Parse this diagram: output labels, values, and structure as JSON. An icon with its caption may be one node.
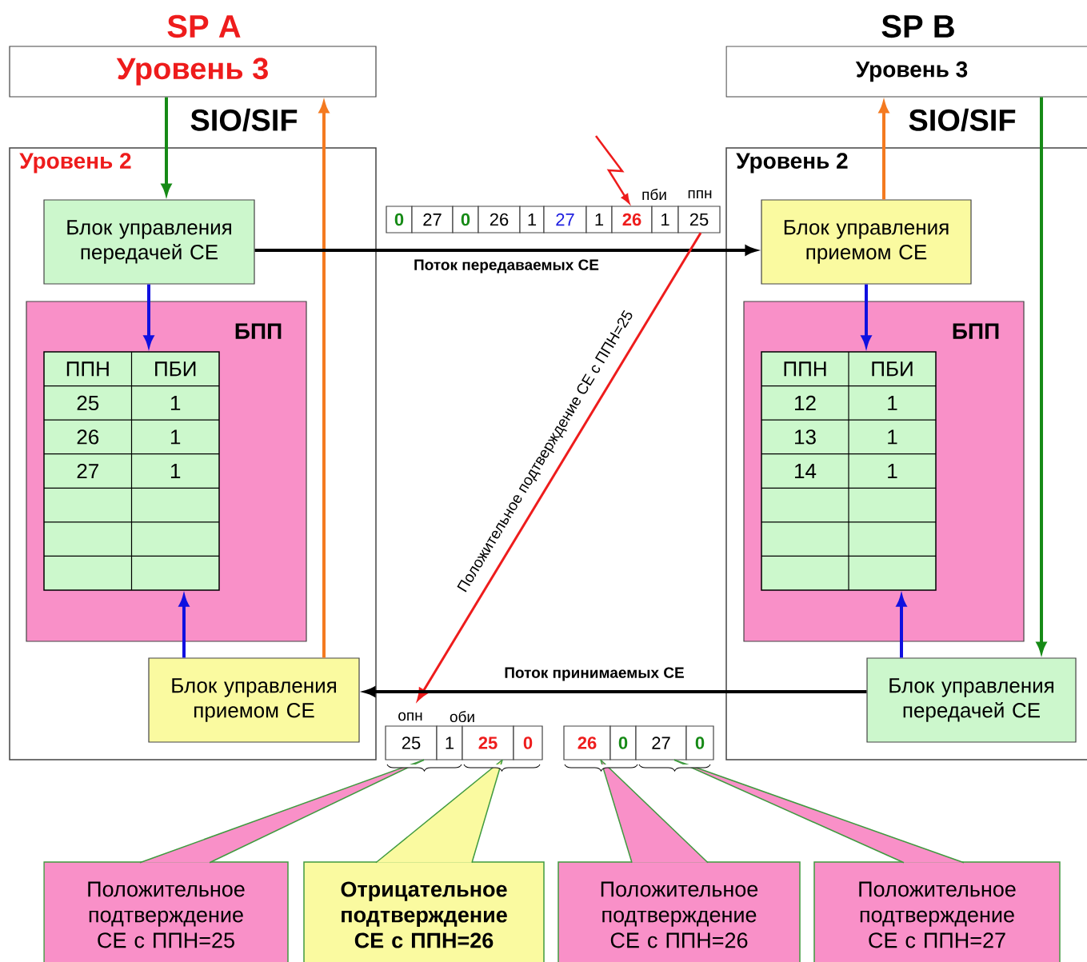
{
  "diagram": {
    "nodes": [
      {
        "text": [
          "SP A",
          "Уровень 3"
        ]
      },
      {
        "text": [
          "Уровень 2"
        ]
      },
      {
        "text": [
          "Блок управления передачей СЕ"
        ],
        "in": 1
      },
      {
        "text": [
          "БПП"
        ],
        "in": 1
      },
      {
        "text": [
          "ППН",
          "ПБИ",
          "25",
          "1",
          "26",
          "1",
          "27",
          "1"
        ],
        "in": 3
      },
      {
        "text": [
          "Блок управления приемом СЕ"
        ],
        "in": 1
      },
      {
        "text": [
          "SP B",
          "Уровень 3"
        ]
      },
      {
        "text": [
          "Уровень 2"
        ]
      },
      {
        "text": [
          "Блок управления приемом СЕ"
        ],
        "in": 7
      },
      {
        "text": [
          "БПП"
        ],
        "in": 7
      },
      {
        "text": [
          "ППН",
          "ПБИ",
          "12",
          "1",
          "13",
          "1",
          "14",
          "1"
        ],
        "in": 9
      },
      {
        "text": [
          "Блок управления передачей СЕ"
        ],
        "in": 7
      },
      {
        "text": [
          "0",
          "27",
          "0",
          "26",
          "1",
          "27",
          "1",
          "26",
          "1",
          "25"
        ],
        "beside": [
          "пби",
          "ппн"
        ]
      },
      {
        "text": [
          "25",
          "1",
          "25",
          "0"
        ],
        "beside": [
          "опн",
          "оби"
        ]
      },
      {
        "text": [
          "26",
          "0",
          "27",
          "0"
        ]
      },
      {
        "text": [
          "Положительное подтверждение СЕ с ППН=25"
        ]
      },
      {
        "text": [
          "Отрицательное подтверждение СЕ с ППН=26"
        ]
      },
      {
        "text": [
          "Положительное подтверждение СЕ с ППН=26"
        ]
      },
      {
        "text": [
          "Положительное подтверждение СЕ с ППН=27"
        ]
      }
    ],
    "edges": [
      {
        "from": 0,
        "to": 2,
        "arrow": "to",
        "color": "#168a16"
      },
      {
        "from": 5,
        "to": 0,
        "arrow": "to",
        "color": "#f47a20"
      },
      {
        "from": 2,
        "to": 4,
        "arrow": "to",
        "color": "#1010e0"
      },
      {
        "from": 5,
        "to": 4,
        "arrow": "to",
        "color": "#1010e0"
      },
      {
        "from": 2,
        "to": 8,
        "arrow": "to",
        "color": "#000000",
        "label": "Поток передаваемых СЕ"
      },
      {
        "from": null,
        "to": 12,
        "arrow": "to",
        "color": "#ee1c1c"
      },
      {
        "from": 12,
        "to": 13,
        "arrow": "to",
        "color": "#ee1c1c",
        "label": "Положительное подтверждение СЕ с ППН=25"
      },
      {
        "from": 11,
        "to": 5,
        "arrow": "to",
        "color": "#000000",
        "label": "Поток принимаемых СЕ"
      },
      {
        "from": 8,
        "to": 6,
        "arrow": "to",
        "color": "#f47a20"
      },
      {
        "from": 6,
        "to": 11,
        "arrow": "to",
        "color": "#168a16"
      },
      {
        "from": 8,
        "to": 10,
        "arrow": "to",
        "color": "#1010e0"
      },
      {
        "from": 11,
        "to": 10,
        "arrow": "to",
        "color": "#1010e0"
      },
      {
        "from": 15,
        "to": 13,
        "arrow": "none",
        "color": "#3f9a3f"
      },
      {
        "from": 16,
        "to": 13,
        "arrow": "none",
        "color": "#3f9a3f"
      },
      {
        "from": 17,
        "to": 14,
        "arrow": "none",
        "color": "#3f9a3f"
      },
      {
        "from": 18,
        "to": 14,
        "arrow": "none",
        "color": "#3f9a3f"
      }
    ],
    "labels": [
      "SIO/SIF",
      "SIO/SIF"
    ]
  }
}
